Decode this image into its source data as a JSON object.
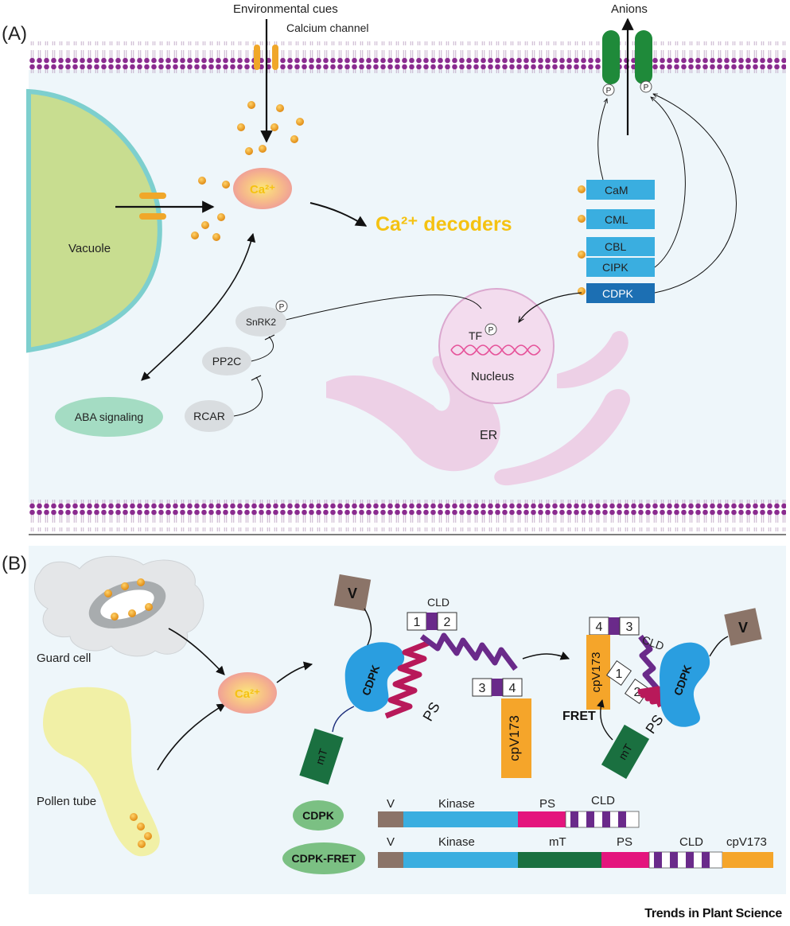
{
  "panel_a": {
    "label": "(A)",
    "environmental_cues": "Environmental cues",
    "calcium_channel": "Calcium channel",
    "anions": "Anions",
    "vacuole": "Vacuole",
    "ca_center": "Ca²⁺",
    "ca_decoders": "Ca²⁺ decoders",
    "phospho": "P",
    "decoders": [
      "CaM",
      "CML",
      "CBL",
      "CIPK",
      "CDPK"
    ],
    "snrk2": "SnRK2",
    "pp2c": "PP2C",
    "rcar": "RCAR",
    "aba_signaling": "ABA signaling",
    "tf": "TF",
    "nucleus": "Nucleus",
    "er": "ER"
  },
  "panel_b": {
    "label": "(B)",
    "guard_cell": "Guard cell",
    "pollen_tube": "Pollen tube",
    "ca_center": "Ca²⁺",
    "v": "V",
    "cdpk": "CDPK",
    "ps": "PS",
    "cld": "CLD",
    "mt": "mT",
    "cpv173": "cpV173",
    "fret": "FRET",
    "box_nums": [
      "1",
      "2",
      "3",
      "4"
    ],
    "construct_cdpk": {
      "name": "CDPK",
      "segments": [
        "V",
        "Kinase",
        "PS",
        "CLD"
      ]
    },
    "construct_fret": {
      "name": "CDPK-FRET",
      "segments": [
        "V",
        "Kinase",
        "mT",
        "PS",
        "CLD",
        "cpV173"
      ]
    }
  },
  "footer": "Trends in Plant Science",
  "colors": {
    "membrane": "#8a2b8f",
    "cytoplasm": "#eef6fa",
    "vacuole": "#c8dd90",
    "vacuole_border": "#7dcfce",
    "channel": "#f0a72a",
    "anion_channel": "#1f8a3a",
    "decoder_box": "#3aaee0",
    "cdpk_box": "#1c6fb3",
    "ca_gold": "#f2c40f",
    "er": "#ecc9e2",
    "kinase": "#3aaee0",
    "ps": "#e4157d",
    "clad_purple": "#6a2a8a",
    "mt": "#1a7040",
    "cpv": "#f5a52a",
    "v": "#8b7468"
  }
}
